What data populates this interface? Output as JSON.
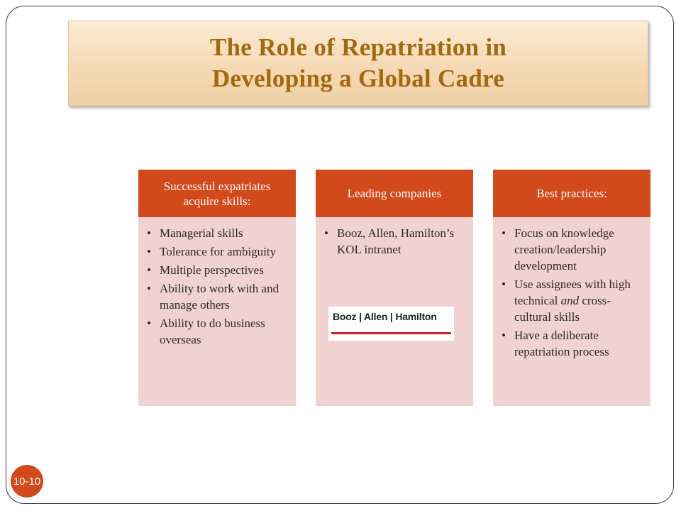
{
  "title": {
    "line1": "The Role of Repatriation in",
    "line2": "Developing a Global Cadre"
  },
  "columns": [
    {
      "header": "Successful expatriates acquire skills:",
      "bullets": [
        "Managerial skills",
        "Tolerance for ambiguity",
        "Multiple perspectives",
        "Ability to work with and manage others",
        "Ability to do business overseas"
      ]
    },
    {
      "header": "Leading companies",
      "bullets": [
        "Booz, Allen, Hamilton’s KOL intranet"
      ],
      "logo": {
        "name": "booz-allen-hamilton-logo",
        "text": "Booz | Allen | Hamilton"
      }
    },
    {
      "header": "Best practices:",
      "bullets": [
        "Focus on knowledge creation/leadership development",
        "Use assignees with high technical and cross-cultural skills",
        "Have a deliberate repatriation process"
      ]
    }
  ],
  "slide_number": "10-10",
  "colors": {
    "accent": "#d2491c",
    "panel": "#f0d2d0",
    "title_text": "#a06a10",
    "banner": "#f5d9b4"
  }
}
